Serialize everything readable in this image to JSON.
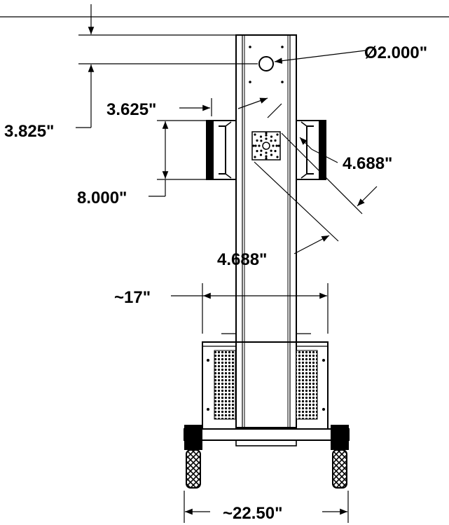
{
  "dimensions": {
    "hole_diameter": "Ø2.000\"",
    "top_offset": "3.825\"",
    "arm_width": "3.625\"",
    "arm_height": "8.000\"",
    "pattern_right": "4.688\"",
    "pattern_left": "4.688\"",
    "column_span": "~17\"",
    "base_width": "~22.50\""
  },
  "colors": {
    "ink": "#000000",
    "paper": "#ffffff"
  }
}
